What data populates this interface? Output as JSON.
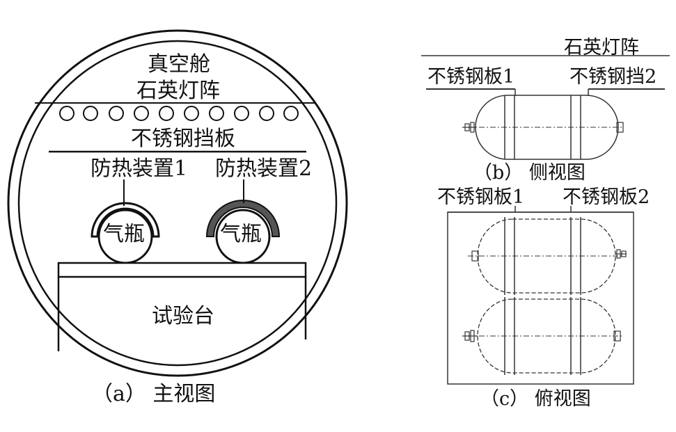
{
  "front_view": {
    "chamber": "真空舱",
    "lamp_array": "石英灯阵",
    "shield": "不锈钢挡板",
    "device1": "防热装置1",
    "device2": "防热装置2",
    "bottle": "气瓶",
    "table": "试验台",
    "caption": "（a）  主视图"
  },
  "side_view": {
    "lamp_array": "石英灯阵",
    "plate1": "不锈钢板1",
    "plate2": "不锈钢挡2",
    "caption": "（b）  侧视图"
  },
  "top_view": {
    "plate1": "不锈钢板1",
    "plate2": "不锈钢板2",
    "caption": "（c）  俯视图"
  }
}
